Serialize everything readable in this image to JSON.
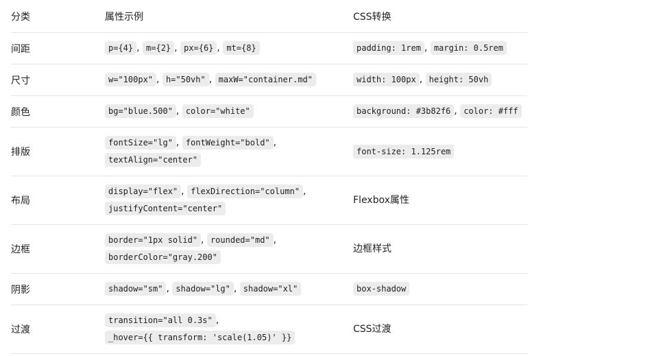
{
  "header": {
    "col1": "分类",
    "col2": "属性示例",
    "col3": "CSS转换"
  },
  "rows": [
    {
      "category": "间距",
      "examples": [
        "p={4}",
        "m={2}",
        "px={6}",
        "mt={8}"
      ],
      "css": [
        "padding: 1rem",
        "margin: 0.5rem"
      ]
    },
    {
      "category": "尺寸",
      "examples": [
        "w=\"100px\"",
        "h=\"50vh\"",
        "maxW=\"container.md\""
      ],
      "css": [
        "width: 100px",
        "height: 50vh"
      ]
    },
    {
      "category": "颜色",
      "examples": [
        "bg=\"blue.500\"",
        "color=\"white\""
      ],
      "css": [
        "background: #3b82f6",
        "color: #fff"
      ]
    },
    {
      "category": "排版",
      "examples_line1": [
        "fontSize=\"lg\"",
        "fontWeight=\"bold\""
      ],
      "examples_line2": [
        "textAlign=\"center\""
      ],
      "css": [
        "font-size: 1.125rem"
      ]
    },
    {
      "category": "布局",
      "examples_line1": [
        "display=\"flex\"",
        "flexDirection=\"column\""
      ],
      "examples_line2": [
        "justifyContent=\"center\""
      ],
      "css_text": "Flexbox属性"
    },
    {
      "category": "边框",
      "examples_line1": [
        "border=\"1px solid\"",
        "rounded=\"md\""
      ],
      "examples_line2": [
        "borderColor=\"gray.200\""
      ],
      "css_text": "边框样式"
    },
    {
      "category": "阴影",
      "examples": [
        "shadow=\"sm\"",
        "shadow=\"lg\"",
        "shadow=\"xl\""
      ],
      "css": [
        "box-shadow"
      ]
    },
    {
      "category": "过渡",
      "examples_line1": [
        "transition=\"all 0.3s\""
      ],
      "examples_line2": [
        "_hover={{ transform: 'scale(1.05)' }}"
      ],
      "css_text": "CSS过渡"
    }
  ],
  "separator": ","
}
